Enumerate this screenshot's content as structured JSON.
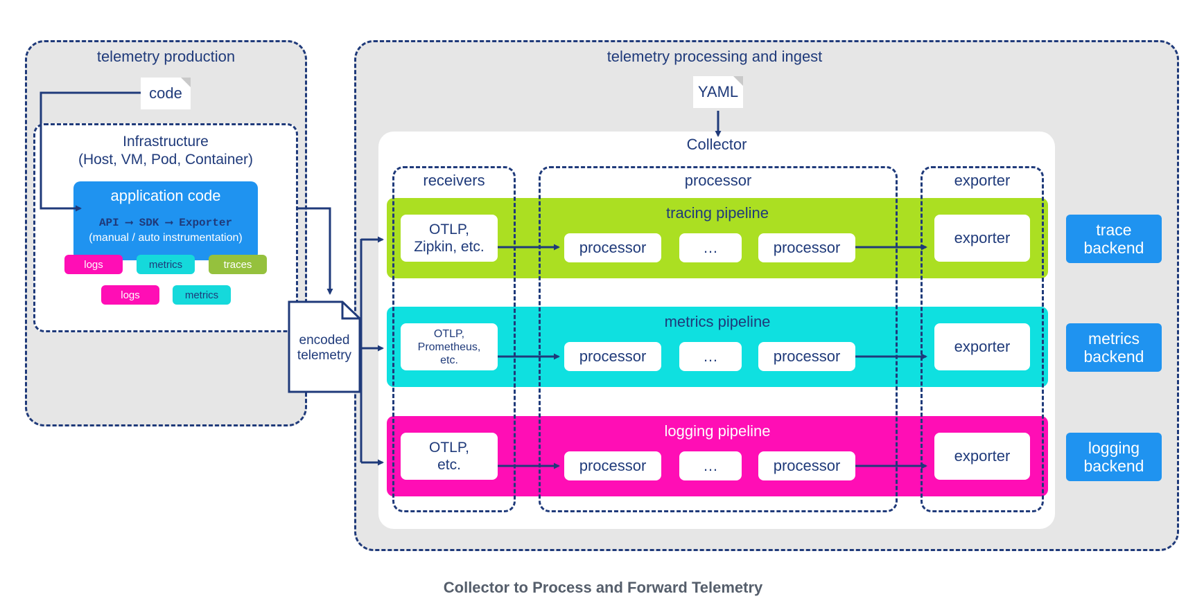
{
  "caption": "Collector to Process and Forward Telemetry",
  "production": {
    "title": "telemetry production",
    "code_label": "code",
    "infra_title": "Infrastructure",
    "infra_subtitle": "(Host, VM, Pod, Container)",
    "app_title": "application code",
    "app_flow": "API ⟶ SDK ⟶ Exporter",
    "app_note": "(manual / auto instrumentation)",
    "signals_inner": [
      "logs",
      "metrics",
      "traces"
    ],
    "signals_outer": [
      "logs",
      "metrics"
    ],
    "encoded": [
      "encoded",
      "telemetry"
    ]
  },
  "processing": {
    "title": "telemetry processing and ingest",
    "yaml_label": "YAML",
    "collector_title": "Collector",
    "columns": {
      "receivers": "receivers",
      "processor": "processor",
      "exporter": "exporter"
    },
    "pipelines": [
      {
        "name": "tracing pipeline",
        "color": "#abdf22",
        "receiver_lines": [
          "OTLP,",
          "Zipkin, etc."
        ],
        "processors": [
          "processor",
          "…",
          "processor"
        ],
        "exporter": "exporter"
      },
      {
        "name": "metrics pipeline",
        "color": "#0fe0e0",
        "receiver_lines": [
          "OTLP,",
          "Prometheus,",
          "etc."
        ],
        "processors": [
          "processor",
          "…",
          "processor"
        ],
        "exporter": "exporter"
      },
      {
        "name": "logging pipeline",
        "color": "#ff0eb5",
        "receiver_lines": [
          "OTLP,",
          "etc."
        ],
        "processors": [
          "processor",
          "…",
          "processor"
        ],
        "exporter": "exporter"
      }
    ],
    "backends": [
      [
        "trace",
        "backend"
      ],
      [
        "metrics",
        "backend"
      ],
      [
        "logging",
        "backend"
      ]
    ]
  },
  "colors": {
    "navy": "#1f3a7a",
    "blue": "#1f93f0",
    "magenta": "#ff0eb5",
    "cyan": "#15d9db",
    "green": "#95c13d",
    "gray": "#e6e6e6"
  }
}
